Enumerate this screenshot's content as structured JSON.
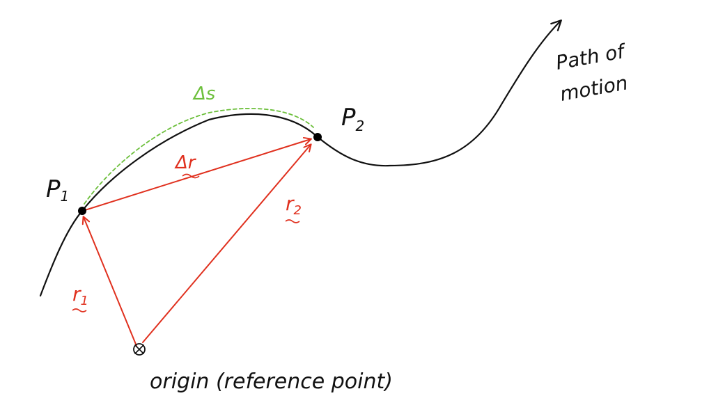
{
  "colors": {
    "path": "#111111",
    "vectors": "#e0301e",
    "arc_length": "#6cbf3b",
    "points": "#000000"
  },
  "labels": {
    "p1": "P",
    "p1_sub": "1",
    "p2": "P",
    "p2_sub": "2",
    "delta_s": "Δs",
    "delta_r": "Δr",
    "r1": "r",
    "r1_sub": "1",
    "r2": "r",
    "r2_sub": "2",
    "path_line1": "Path of",
    "path_line2": "motion",
    "origin": "origin (reference point)"
  }
}
